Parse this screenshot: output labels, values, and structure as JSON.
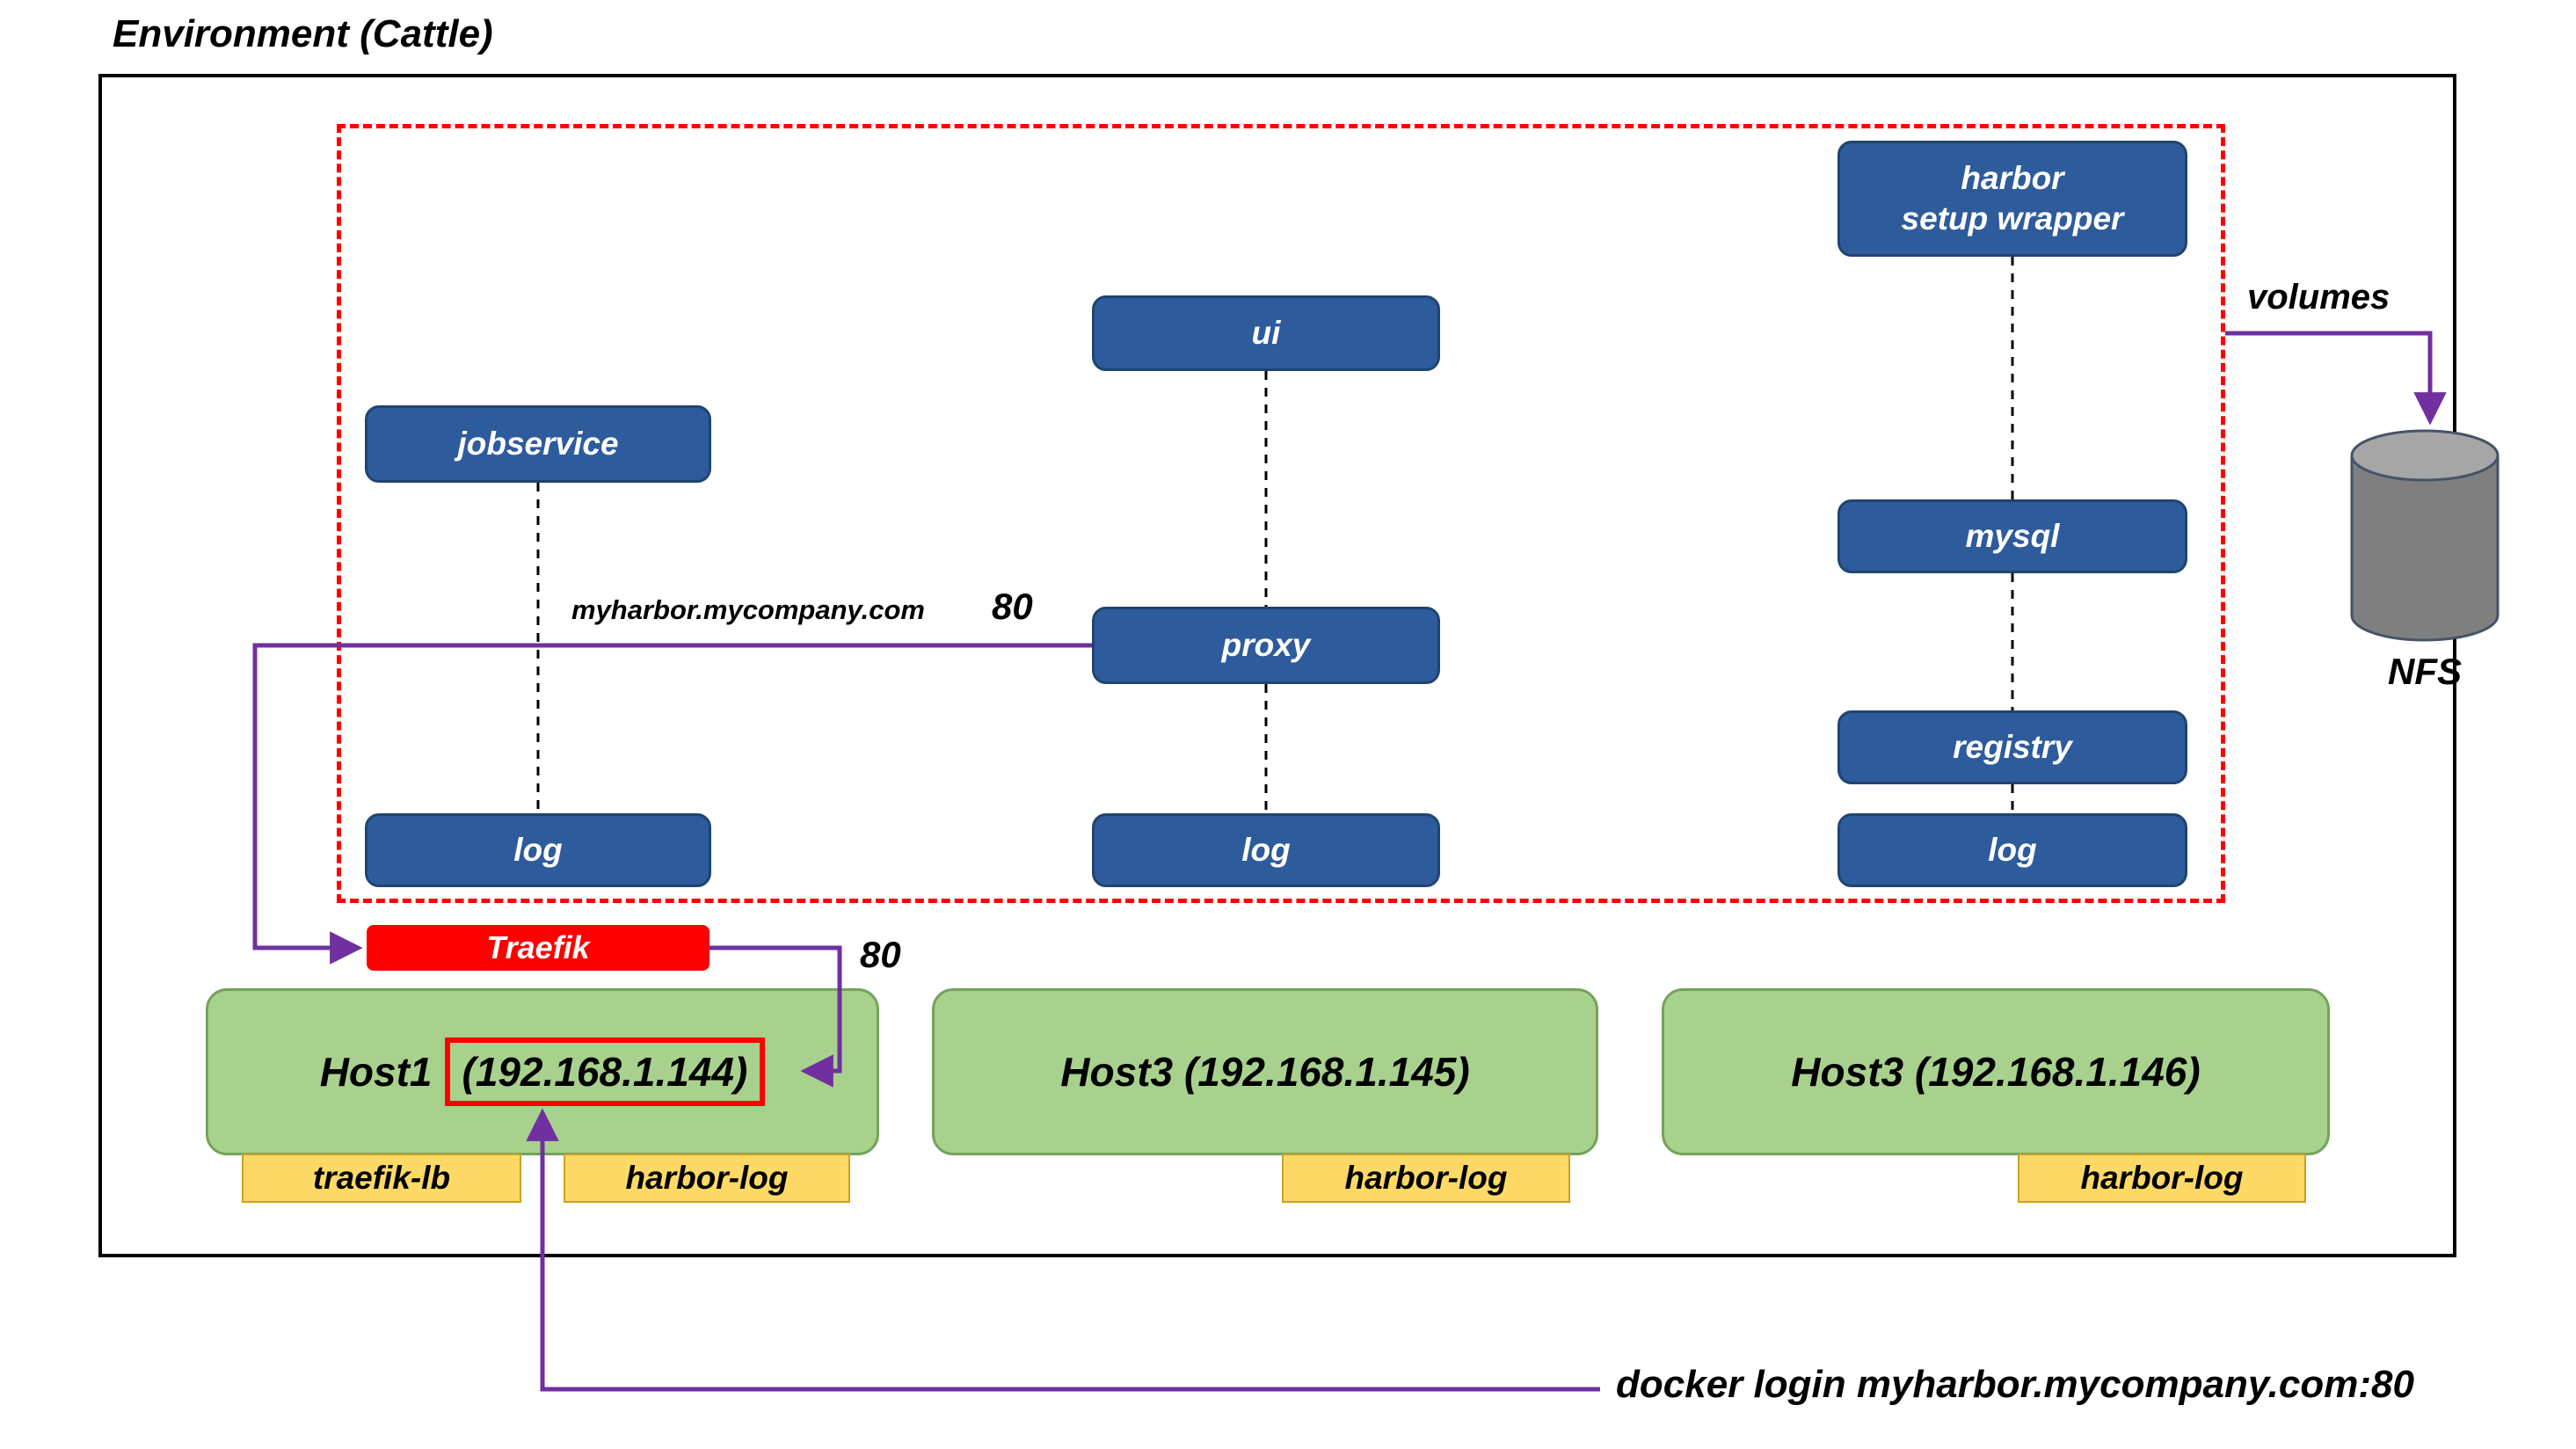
{
  "title": "Environment (Cattle)",
  "services": {
    "harbor_setup_wrapper": [
      "harbor",
      "setup wrapper"
    ],
    "ui": "ui",
    "jobservice": "jobservice",
    "mysql": "mysql",
    "proxy": "proxy",
    "registry": "registry",
    "logs": [
      "log",
      "log",
      "log"
    ]
  },
  "traefik": "Traefik",
  "hosts": [
    {
      "name": "Host1",
      "ip": "(192.168.1.144)"
    },
    {
      "label": "Host3 (192.168.1.145)"
    },
    {
      "label": "Host3 (192.168.1.146)"
    }
  ],
  "tags": [
    "traefik-lb",
    "harbor-log",
    "harbor-log",
    "harbor-log"
  ],
  "annotations": {
    "volumes": "volumes",
    "nfs": "NFS",
    "route_domain": "myharbor.mycompany.com",
    "route_port": "80",
    "lb_port": "80",
    "docker_login": "docker login myharbor.mycompany.com:80"
  },
  "colors": {
    "service_fill": "#2E5B9C",
    "host_fill": "#A9D18E",
    "tag_fill": "#FFD966",
    "traefik_fill": "#FF0000",
    "arrow": "#7030A0",
    "cluster_dash": "#FF0000",
    "nfs_body": "#7F7F7F",
    "nfs_top": "#A6A6A6"
  }
}
